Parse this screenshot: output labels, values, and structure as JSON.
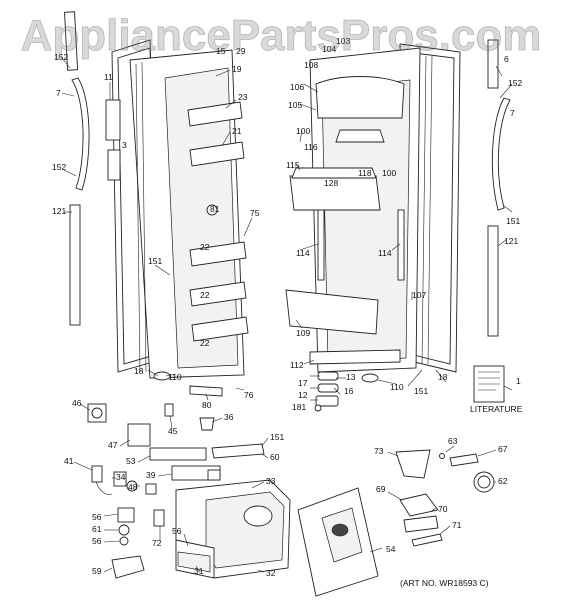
{
  "watermark": "AppliancePartsPros.com",
  "literature_label": "LITERATURE",
  "art_number": "(ART NO. WR18593 C)",
  "labels": {
    "l1": "1",
    "l3": "3",
    "l6": "6",
    "l7a": "7",
    "l7b": "7",
    "l11": "11",
    "l12": "12",
    "l13": "13",
    "l15": "15",
    "l16": "16",
    "l17": "17",
    "l18a": "18",
    "l18b": "18",
    "l19": "19",
    "l21": "21",
    "l22a": "22",
    "l22b": "22",
    "l22c": "22",
    "l23": "23",
    "l29": "29",
    "l31": "31",
    "l32": "32",
    "l33": "33",
    "l34": "34",
    "l36": "36",
    "l39": "39",
    "l41": "41",
    "l45": "45",
    "l46": "46",
    "l47": "47",
    "l48": "48",
    "l53": "53",
    "l54": "54",
    "l56a": "56",
    "l56b": "56",
    "l59": "59",
    "l60": "60",
    "l61": "61",
    "l62": "62",
    "l63": "63",
    "l67": "67",
    "l69": "69",
    "l70": "70",
    "l71": "71",
    "l72": "72",
    "l73": "73",
    "l75": "75",
    "l76": "76",
    "l80": "80",
    "l81": "81",
    "l100a": "100",
    "l100b": "100",
    "l103": "103",
    "l104": "104",
    "l105": "105",
    "l106": "106",
    "l107": "107",
    "l108": "108",
    "l109": "109",
    "l110a": "110",
    "l110b": "110",
    "l112": "112",
    "l114a": "114",
    "l114b": "114",
    "l115": "115",
    "l116": "116",
    "l118": "118",
    "l121a": "121",
    "l121b": "121",
    "l128": "128",
    "l151a": "151",
    "l151b": "151",
    "l151c": "151",
    "l152a": "152",
    "l152b": "152",
    "l152c": "152",
    "l181": "181"
  }
}
